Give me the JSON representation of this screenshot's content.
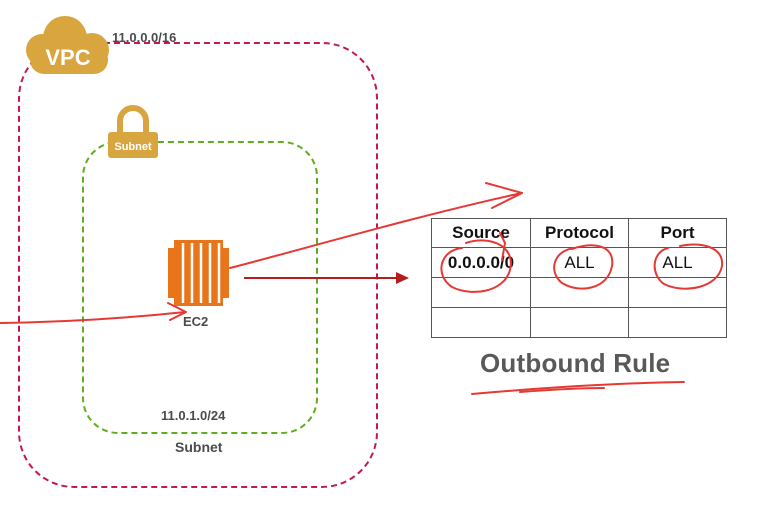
{
  "vpc": {
    "badge": "VPC",
    "cidr": "11.0.0.0/16"
  },
  "subnet": {
    "badge": "Subnet",
    "cidr": "11.0.1.0/24",
    "name": "Subnet"
  },
  "instance": {
    "label": "EC2"
  },
  "rules_table": {
    "headers": [
      "Source",
      "Protocol",
      "Port"
    ],
    "rows": [
      [
        "0.0.0.0/0",
        "ALL",
        "ALL"
      ],
      [
        "",
        "",
        ""
      ],
      [
        "",
        "",
        ""
      ]
    ]
  },
  "caption": "Outbound Rule",
  "colors": {
    "vpc_border": "#c2185b",
    "subnet_border": "#5fae1f",
    "aws_badge": "#d8a53e",
    "ec2_orange": "#e8751a",
    "arrow": "#b71c1c",
    "annotation": "#e53935"
  },
  "icons": [
    "vpc-cloud-icon",
    "subnet-lock-icon",
    "ec2-instance-icon"
  ]
}
